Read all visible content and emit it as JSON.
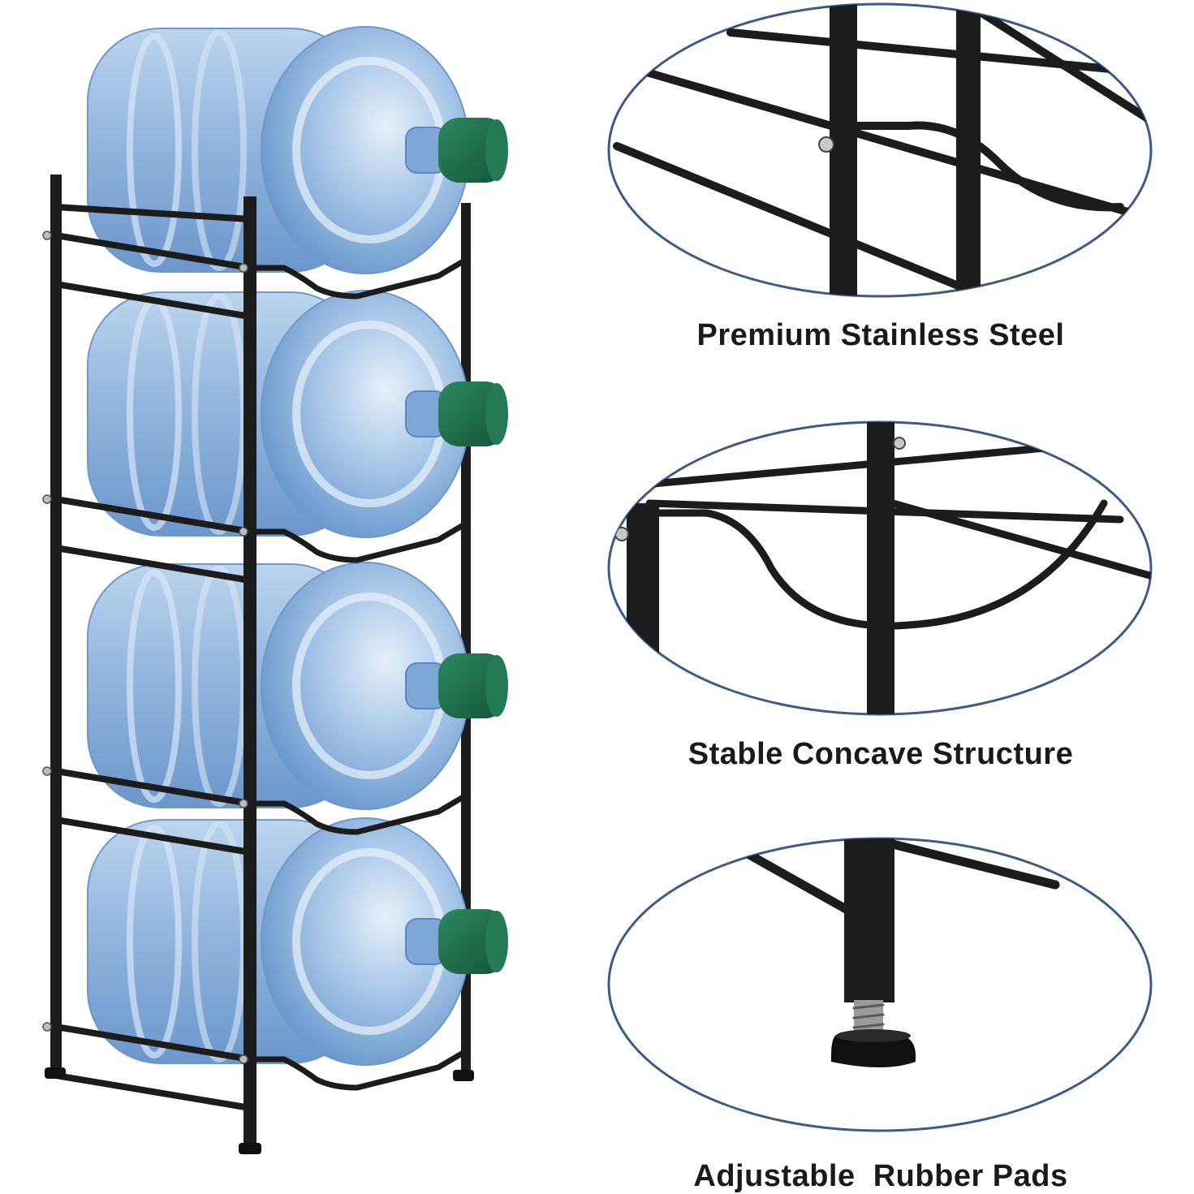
{
  "features": [
    {
      "caption": "Premium Stainless Steel"
    },
    {
      "caption": "Stable Concave Structure"
    },
    {
      "caption": "Adjustable  Rubber Pads"
    }
  ],
  "colors": {
    "background": "#ffffff",
    "frame": "#1c1c1c",
    "bottle_light": "#cfe0f2",
    "bottle_mid": "#8fb3dc",
    "bottle_dark": "#5f8fc8",
    "cap": "#1d6b4a",
    "zoom_outline": "#3e5a86"
  },
  "product": {
    "bottle_count": 4,
    "tiers": 4
  }
}
